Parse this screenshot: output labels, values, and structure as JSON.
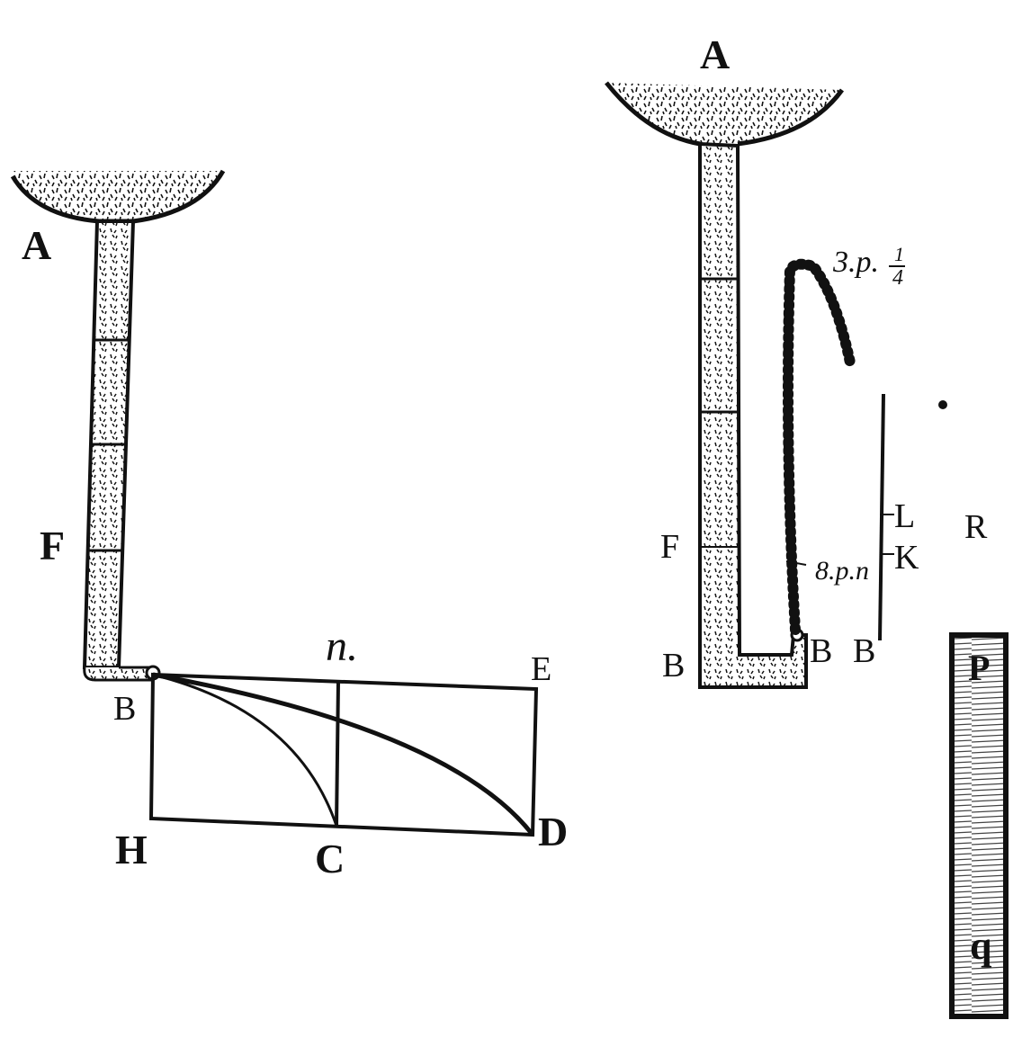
{
  "labels": {
    "left": {
      "A": "A",
      "F": "F",
      "B": "B",
      "n": "n.",
      "E": "E",
      "H": "H",
      "C": "C",
      "D": "D"
    },
    "right": {
      "A": "A",
      "F": "F",
      "B_left": "B",
      "B_mid": "B",
      "B_right": "B",
      "L": "L",
      "K": "K",
      "R": "R",
      "P": "P",
      "q": "q",
      "note_top": "3.p.",
      "note_frac_num": "1",
      "note_frac_den": "4",
      "note_mid": "8.p.n"
    }
  },
  "colors": {
    "ink": "#111111",
    "paper": "#ffffff",
    "scale_hatch": "#444444"
  }
}
